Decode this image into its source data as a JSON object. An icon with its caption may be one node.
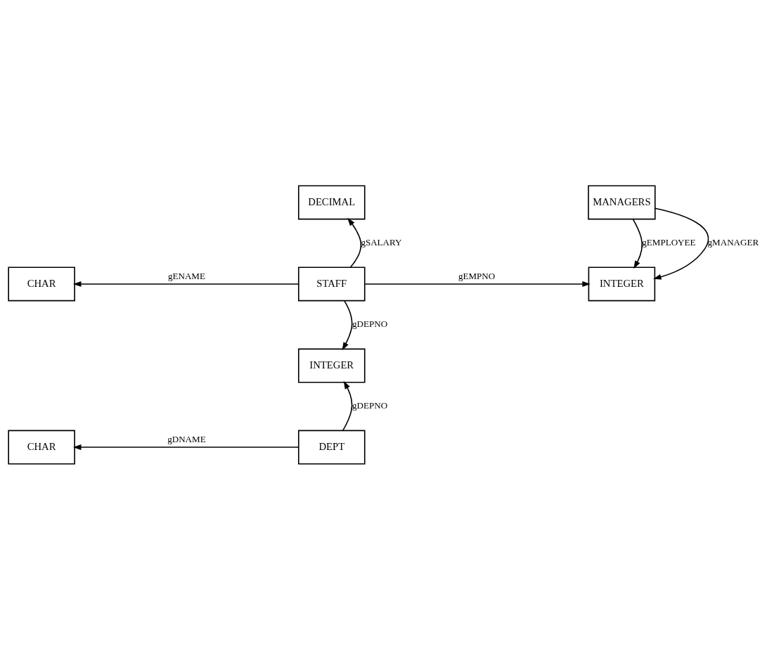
{
  "diagram": {
    "nodes": [
      {
        "text": [
          "DECIMAL"
        ]
      },
      {
        "text": [
          "MANAGERS"
        ]
      },
      {
        "text": [
          "CHAR"
        ]
      },
      {
        "text": [
          "STAFF"
        ]
      },
      {
        "text": [
          "INTEGER"
        ]
      },
      {
        "text": [
          "INTEGER"
        ]
      },
      {
        "text": [
          "CHAR"
        ]
      },
      {
        "text": [
          "DEPT"
        ]
      }
    ],
    "edges": [
      {
        "from": 3,
        "to": 0,
        "arrow": "to",
        "label": "gSALARY"
      },
      {
        "from": 1,
        "to": 4,
        "arrow": "to",
        "label": "gEMPLOYEE"
      },
      {
        "from": 1,
        "to": 4,
        "arrow": "to",
        "label": "gMANAGER"
      },
      {
        "from": 3,
        "to": 2,
        "arrow": "to",
        "label": "gENAME"
      },
      {
        "from": 3,
        "to": 4,
        "arrow": "to",
        "label": "gEMPNO"
      },
      {
        "from": 3,
        "to": 5,
        "arrow": "to",
        "label": "gDEPNO"
      },
      {
        "from": 7,
        "to": 5,
        "arrow": "to",
        "label": "gDEPNO"
      },
      {
        "from": 7,
        "to": 6,
        "arrow": "to",
        "label": "gDNAME"
      }
    ]
  }
}
